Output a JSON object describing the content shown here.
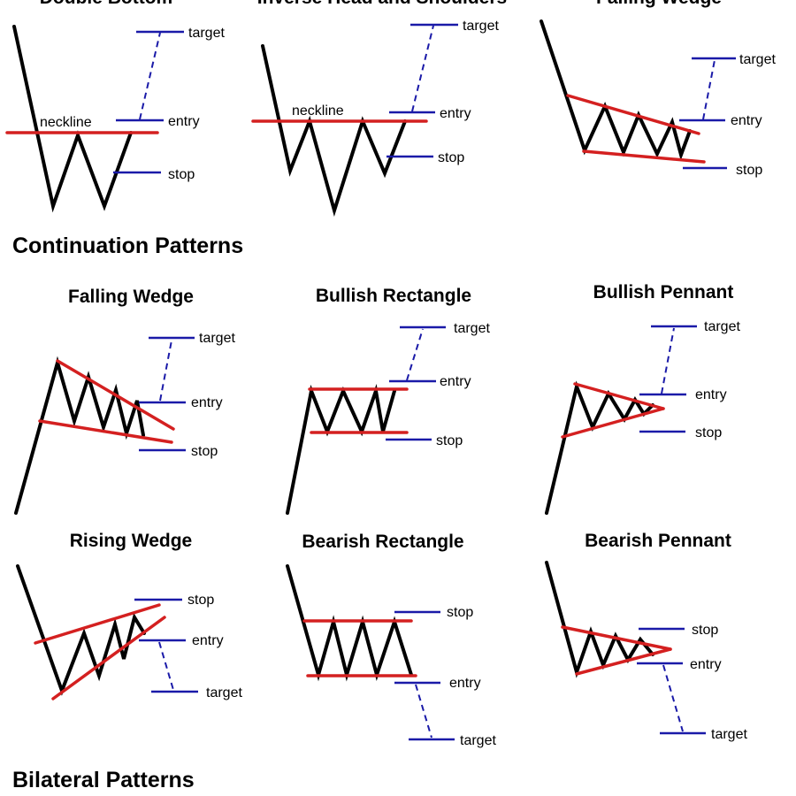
{
  "sections": {
    "continuation": "Continuation Patterns",
    "bilateral": "Bilateral Patterns"
  },
  "patterns": {
    "double_bottom": {
      "title": "Double Bottom",
      "neckline": "neckline",
      "target": "target",
      "entry": "entry",
      "stop": "stop"
    },
    "inverse_hs": {
      "title": "Inverse Head and Shoulders",
      "neckline": "neckline",
      "target": "target",
      "entry": "entry",
      "stop": "stop"
    },
    "falling_wedge_top": {
      "title": "Falling Wedge",
      "target": "target",
      "entry": "entry",
      "stop": "stop"
    },
    "falling_wedge": {
      "title": "Falling Wedge",
      "target": "target",
      "entry": "entry",
      "stop": "stop"
    },
    "bullish_rectangle": {
      "title": "Bullish Rectangle",
      "target": "target",
      "entry": "entry",
      "stop": "stop"
    },
    "bullish_pennant": {
      "title": "Bullish Pennant",
      "target": "target",
      "entry": "entry",
      "stop": "stop"
    },
    "rising_wedge": {
      "title": "Rising Wedge",
      "stop": "stop",
      "entry": "entry",
      "target": "target"
    },
    "bearish_rectangle": {
      "title": "Bearish Rectangle",
      "stop": "stop",
      "entry": "entry",
      "target": "target"
    },
    "bearish_pennant": {
      "title": "Bearish Pennant",
      "stop": "stop",
      "entry": "entry",
      "target": "target"
    }
  },
  "colors": {
    "price_line": "#000000",
    "trend_line": "#d42020",
    "level_line": "#1a1aa8"
  }
}
